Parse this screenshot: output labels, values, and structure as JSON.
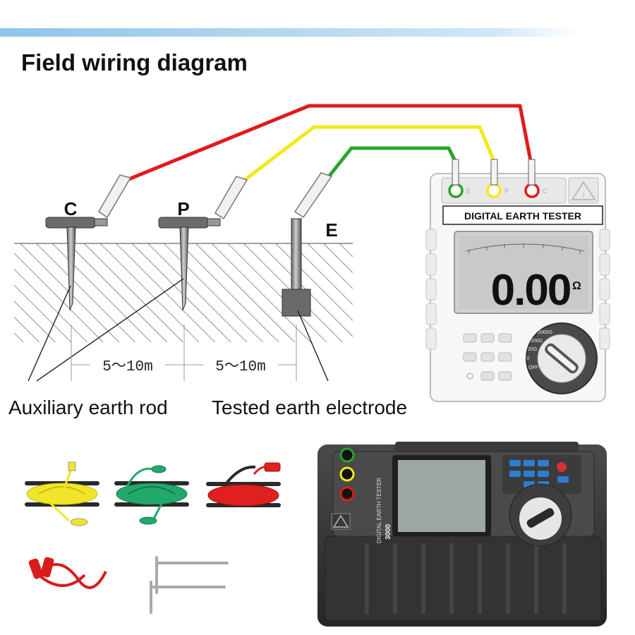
{
  "title": "Field wiring diagram",
  "rods": {
    "c": "C",
    "p": "P",
    "e": "E"
  },
  "distances": {
    "cp": "5～10m",
    "pe": "5～10m"
  },
  "captions": {
    "auxiliary": "Auxiliary earth rod",
    "tested": "Tested earth electrode"
  },
  "meter": {
    "label": "DIGITAL EARTH TESTER",
    "reading": "0.00",
    "unit": "Ω",
    "terminals": [
      "E",
      "P",
      "C"
    ],
    "range_labels": [
      "2000Ω",
      "200Ω",
      "20Ω",
      "V",
      "OFF"
    ]
  },
  "device_photo": {
    "side_text": "DIGITAL EARTH TESTER",
    "model": "3000"
  },
  "colors": {
    "red_lead": "#e01b1b",
    "yellow_lead": "#f2ea1a",
    "green_lead": "#2aa52a",
    "body_dark": "#3a3a3a"
  },
  "icons": [
    "warning-icon",
    "power-icon",
    "cable-reel-icon",
    "clip-lead-icon",
    "earth-rod-icon"
  ]
}
